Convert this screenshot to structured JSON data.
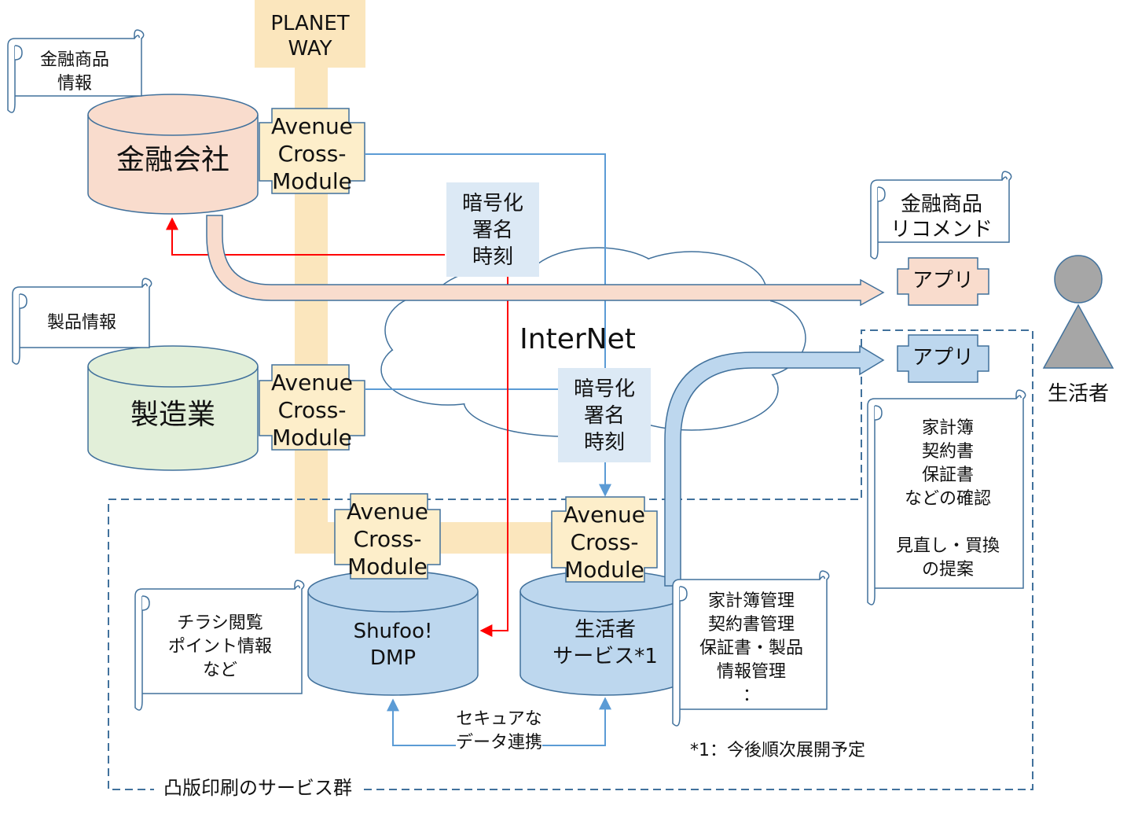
{
  "colors": {
    "planet_way_band": "#fbe6bd",
    "module_box_fill": "#fdeeca",
    "financial_db_fill": "#f9dccd",
    "manufacturing_db_fill": "#e2efd9",
    "toppan_db_fill": "#bdd7ee",
    "security_box_fill": "#dce9f5",
    "connector_blue": "#5b9bd5",
    "connector_red": "#ff0000",
    "outline_dark": "#41719c",
    "person_fill": "#a6a6a6"
  },
  "planet_way": {
    "line1": "PLANET",
    "line2": "WAY"
  },
  "nodes": {
    "financial_company": "金融会社",
    "manufacturer": "製造業",
    "shufoo_dmp": "Shufoo!\nDMP",
    "consumer_service": "生活者\nサービス*1",
    "internet": "InterNet",
    "consumer": "生活者"
  },
  "modules": {
    "financial": "Avenue\nCross-\nModule",
    "manufacturer": "Avenue\nCross-\nModule",
    "shufoo": "Avenue\nCross-\nModule",
    "consumer_service": "Avenue\nCross-\nModule"
  },
  "security": {
    "upper": "暗号化\n署名\n時刻",
    "lower": "暗号化\n署名\n時刻"
  },
  "scrolls": {
    "financial_info": "金融商品\n情報",
    "product_info": "製品情報",
    "financial_recommend": "金融商品\nリコメンド",
    "flyer_info": "チラシ閲覧\nポイント情報\nなど",
    "consumer_confirm": "家計簿\n契約書\n保証書\nなどの確認\n\n見直し・買換\nの提案",
    "service_list": "家計簿管理\n契約書管理\n保証書・製品\n情報管理\n："
  },
  "apps": {
    "app1": "アプリ",
    "app2": "アプリ"
  },
  "secure_link": "セキュアな\nデータ連携",
  "footnote": "*1：今後順次展開予定",
  "group_label": "凸版印刷のサービス群"
}
